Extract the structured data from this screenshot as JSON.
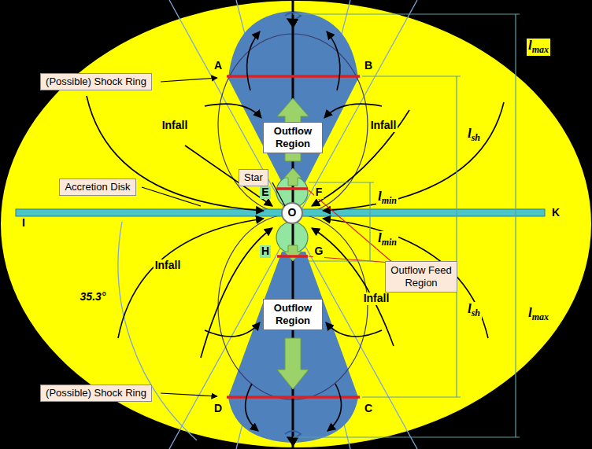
{
  "diagram": {
    "nodes": [
      {
        "text": [
          "(Possible) Shock Ring"
        ]
      },
      {
        "text": [
          "Outflow Region"
        ]
      },
      {
        "text": [
          "Accretion Disk"
        ]
      },
      {
        "text": [
          "Star"
        ]
      },
      {
        "text": [
          "Outflow Feed Region"
        ]
      },
      {
        "text": [
          "Outflow Region"
        ]
      },
      {
        "text": [
          "(Possible) Shock Ring"
        ]
      }
    ],
    "labels": [
      "lmax",
      "A",
      "B",
      "Infall",
      "Infall",
      "lsh",
      "E",
      "F",
      "lmin",
      "I",
      "O",
      "K",
      "lmin",
      "H",
      "G",
      "Infall",
      "Infall",
      "35.3°",
      "lsh",
      "lmax",
      "D",
      "C"
    ]
  }
}
